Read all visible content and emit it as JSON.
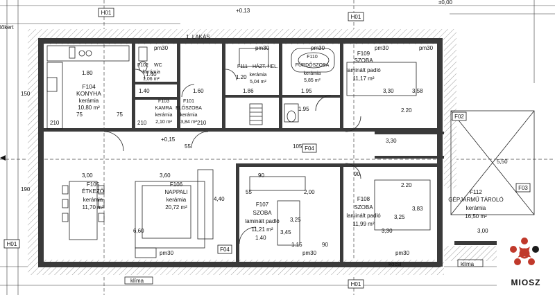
{
  "rooms": [
    {
      "id": "F104",
      "name": "KONYHA",
      "floor": "kerámia",
      "area": "10,80 m²"
    },
    {
      "id": "F102",
      "name": "WC",
      "floor": "kerámia",
      "area": "1,06 m²"
    },
    {
      "id": "F103",
      "name": "KAMRA",
      "floor": "kerámia",
      "area": "2,10 m²"
    },
    {
      "id": "F101",
      "name": "ELŐSZOBA",
      "floor": "kerámia",
      "area": "3,84 m²"
    },
    {
      "id": "F111",
      "name": "HÁZT. HEL.",
      "floor": "kerámia",
      "area": "5,04 m²"
    },
    {
      "id": "F110",
      "name": "FÜRDŐSZOBA",
      "floor": "kerámia",
      "area": "5,85 m²"
    },
    {
      "id": "F109",
      "name": "SZOBA",
      "floor": "laminált padló",
      "area": "11,17 m²"
    },
    {
      "id": "F105",
      "name": "ÉTKEZŐ",
      "floor": "kerámia",
      "area": "11,70 m²"
    },
    {
      "id": "F106",
      "name": "NAPPALI",
      "floor": "kerámia",
      "area": "20,72 m²"
    },
    {
      "id": "F107",
      "name": "SZOBA",
      "floor": "laminált padló",
      "area": "11,21 m²"
    },
    {
      "id": "F108",
      "name": "SZOBA",
      "floor": "laminált padló",
      "area": "11,99 m²"
    },
    {
      "id": "F112",
      "name": "GÉPJÁRMŰ TÁROLÓ",
      "floor": "kerámia",
      "area": "16,50 m²"
    }
  ],
  "tags": {
    "h01": "H01",
    "f02": "F02",
    "f03": "F03",
    "f04": "F04"
  },
  "labels": {
    "lakas": "1. LAKÁS",
    "level_013": "+0,13",
    "level_000": "±0,00",
    "level_015": "+0,15",
    "kocsi": "kocsi",
    "klima_1": "klíma",
    "klima_2": "klíma",
    "lokert": "lőkert"
  },
  "dims": {
    "d180": "1.80",
    "d140a": "1.40",
    "d140b": "1.40",
    "d120": "1.20",
    "d160": "1.60",
    "d186": "1.86",
    "d195a": "1.95",
    "d195b": "1.95",
    "d220a": "2.20",
    "d220b": "2.20",
    "d330a": "3,30",
    "d330b": "3,30",
    "d330c": "3,30",
    "d358": "3,58",
    "d325a": "3,25",
    "d325b": "3,25",
    "d383": "3,83",
    "d300a": "3,00",
    "d300b": "3,00",
    "d360": "3,60",
    "d345": "3,45",
    "d115": "1.15",
    "d140c": "1.40",
    "d200": "2,00",
    "d660": "6,60",
    "d440": "4,40",
    "d550": "5,50",
    "d55a": "55",
    "d55b": "55",
    "d90a": "90",
    "d90b": "90",
    "d90c": "90",
    "d105": "105",
    "d210a": "210",
    "d210b": "210",
    "d210c": "210",
    "d150": "150",
    "d75a": "75",
    "d75b": "75",
    "d190": "190",
    "pm30a": "pm30",
    "pm30b": "pm30",
    "pm30c": "pm30",
    "pm30d": "pm30",
    "pm30e": "pm30",
    "pm30f": "pm30",
    "pm30g": "pm30",
    "pm30h": "pm30"
  },
  "logo": {
    "name": "MIOSZ",
    "colors": {
      "red": "#c0392b",
      "dark": "#1a1a1a"
    }
  }
}
